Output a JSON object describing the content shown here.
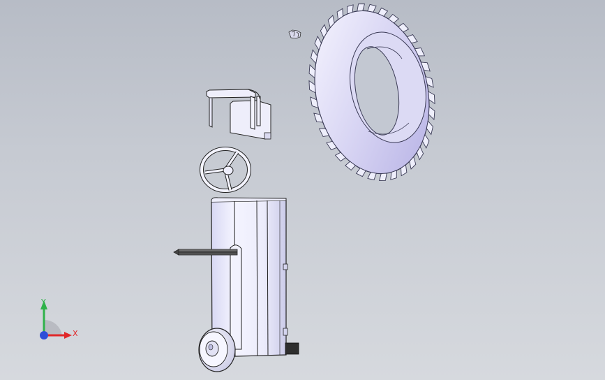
{
  "triad": {
    "x_label": "X",
    "y_label": "Y",
    "x_color": "#e0282a",
    "y_color": "#2fb24a",
    "z_color": "#2f4fd8"
  },
  "parts": [
    {
      "name": "tractor-tire",
      "color": "#e2e0f6"
    },
    {
      "name": "steering-wheel",
      "color": "#e6e6f4"
    },
    {
      "name": "seat-bracket",
      "color": "#e6e6f4"
    },
    {
      "name": "tractor-body",
      "color": "#e4e4f8"
    },
    {
      "name": "front-wheel",
      "color": "#e6e6f4"
    },
    {
      "name": "control-lever",
      "color": "#555555"
    },
    {
      "name": "small-clip",
      "color": "#dcdcea"
    }
  ]
}
